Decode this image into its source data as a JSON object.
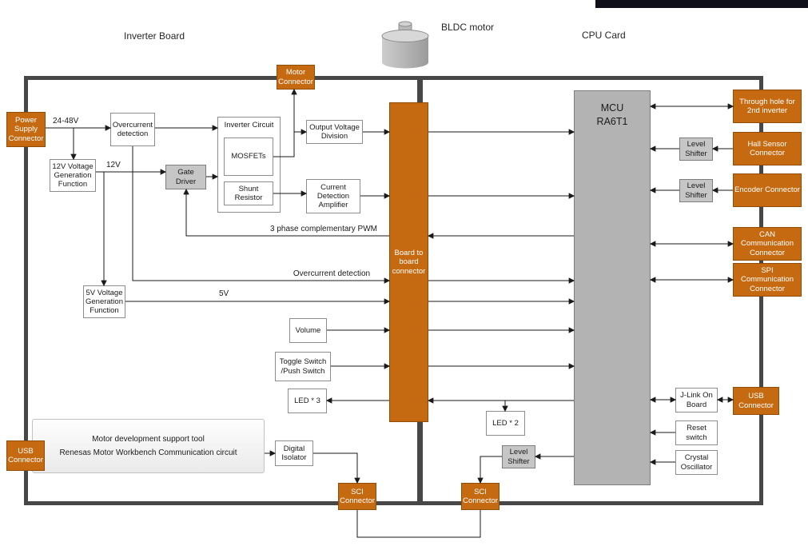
{
  "colors": {
    "connector_orange": "#C56A11",
    "block_gray": "#C6C6C6",
    "mcu_gray": "#B3B3B3",
    "board_border": "#474747",
    "line_color": "#1A1A1A",
    "top_bar": "#10101A"
  },
  "titles": {
    "inverter_board": "Inverter Board",
    "bldc_motor": "BLDC motor",
    "cpu_card": "CPU Card"
  },
  "inverter": {
    "power_supply_connector": "Power Supply Connector",
    "overcurrent_detection": "Overcurrent detection",
    "v12_generation": "12V Voltage Generation Function",
    "gate_driver": "Gate Driver",
    "inverter_circuit": "Inverter Circuit",
    "mosfets": "MOSFETs",
    "shunt_resistor": "Shunt Resistor",
    "output_voltage_division": "Output Voltage Division",
    "current_detection_amplifier": "Current Detection Amplifier",
    "v5_generation": "5V Voltage Generation Function",
    "volume": "Volume",
    "toggle_switch": "Toggle Switch /Push Switch",
    "led3": "LED * 3",
    "support_tool_title": "Motor development support tool",
    "support_tool_subtitle": "Renesas Motor Workbench Communication circuit",
    "digital_isolator": "Digital Isolator",
    "usb_connector": "USB Connector",
    "sci_connector": "SCI Connector",
    "motor_connector": "Motor Connector"
  },
  "interconnect": {
    "board_to_board": "Board to board connector"
  },
  "cpu": {
    "mcu": "MCU\nRA6T1",
    "through_hole": "Through hole for 2nd inverter",
    "level_shifter": "Level Shifter",
    "hall_sensor_connector": "Hall Sensor Connector",
    "encoder_connector": "Encoder Connector",
    "can_connector": "CAN Communication Connector",
    "spi_connector": "SPI Communication Connector",
    "led2": "LED * 2",
    "jlink": "J-Link On Board",
    "usb_connector": "USB Connector",
    "reset_switch": "Reset switch",
    "crystal_oscillator": "Crystal Oscillator",
    "sci_connector": "SCI Connector"
  },
  "signals": {
    "v24_48": "24-48V",
    "v12": "12V",
    "pwm": "3 phase complementary PWM",
    "overcurrent": "Overcurrent detection",
    "v5": "5V"
  }
}
